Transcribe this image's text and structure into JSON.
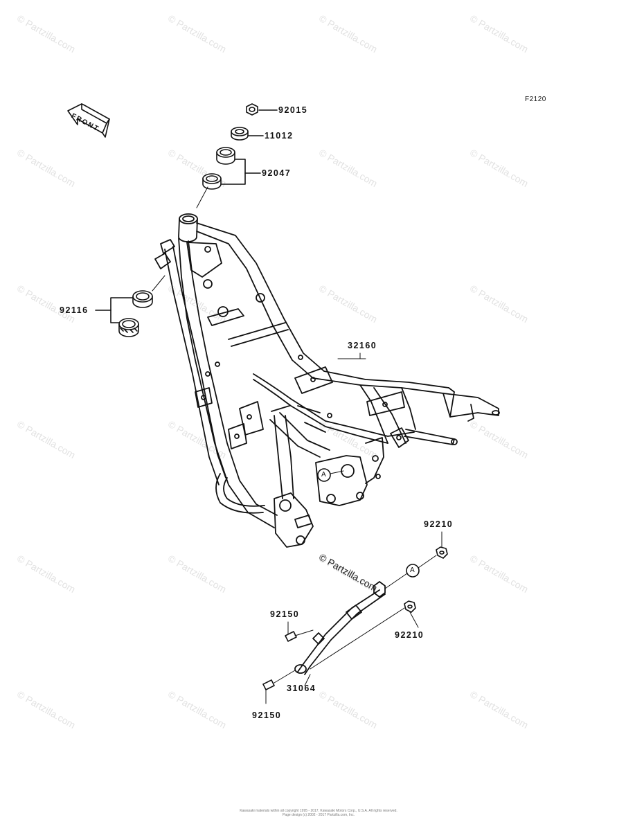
{
  "diagram_code": "F2120",
  "watermark": "© Partzilla.com",
  "overlay_watermark": "© Partzilla.com",
  "front_arrow_label": "FRONT",
  "ref_marker": "A",
  "parts": [
    {
      "id": "p92015",
      "number": "92015"
    },
    {
      "id": "p11012",
      "number": "11012"
    },
    {
      "id": "p92047",
      "number": "92047"
    },
    {
      "id": "p92116",
      "number": "92116"
    },
    {
      "id": "p32160",
      "number": "32160"
    },
    {
      "id": "p92210a",
      "number": "92210"
    },
    {
      "id": "p92210b",
      "number": "92210"
    },
    {
      "id": "p92150a",
      "number": "92150"
    },
    {
      "id": "p92150b",
      "number": "92150"
    },
    {
      "id": "p31064",
      "number": "31064"
    }
  ],
  "footer": {
    "line1": "Kawasaki materials within all copyright 1995 - 2017, Kawasaki Motors Corp., U.S.A. All rights reserved.",
    "line2": "Page design (c) 2002 - 2017 Partzilla.com, Inc."
  }
}
